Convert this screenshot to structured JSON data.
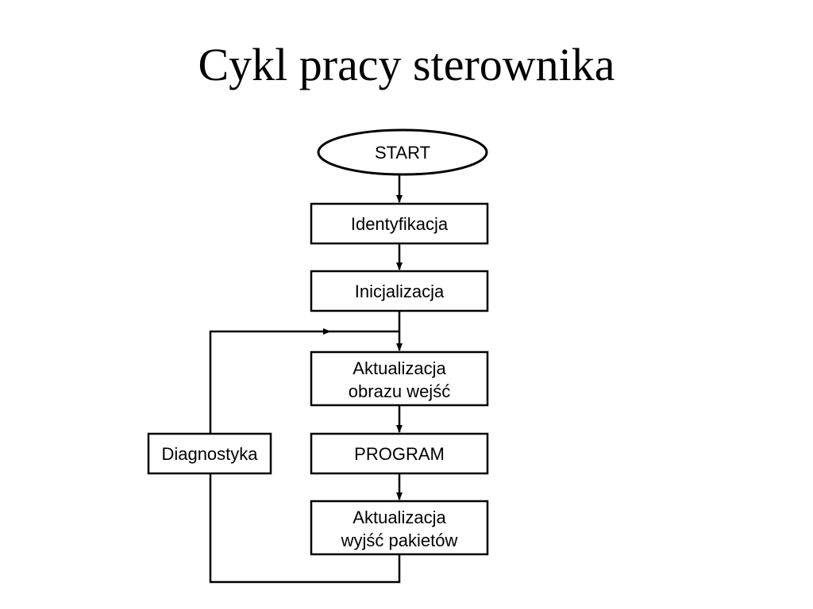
{
  "title": "Cykl pracy sterownika",
  "nodes": {
    "start": {
      "lines": [
        "START"
      ]
    },
    "identyfikacja": {
      "lines": [
        "Identyfikacja"
      ]
    },
    "inicjalizacja": {
      "lines": [
        "Inicjalizacja"
      ]
    },
    "aktualizacja_wejsc": {
      "lines": [
        "Aktualizacja",
        "obrazu wejść"
      ]
    },
    "program": {
      "lines": [
        "PROGRAM"
      ]
    },
    "aktualizacja_wyjsc": {
      "lines": [
        "Aktualizacja",
        "wyjść pakietów"
      ]
    },
    "diagnostyka": {
      "lines": [
        "Diagnostyka"
      ]
    }
  },
  "colors": {
    "stroke": "#000000",
    "fill": "#ffffff",
    "text": "#000000"
  }
}
